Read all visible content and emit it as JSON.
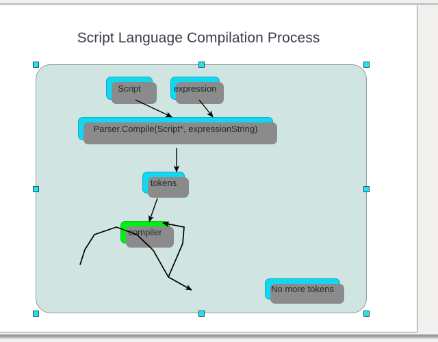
{
  "window": {
    "page_background": "#ffffff",
    "app_background": "#f1f0ee"
  },
  "document": {
    "title": "Script Language Compilation Process",
    "title_color": "#3b3b49"
  },
  "diagram": {
    "canvas": {
      "fill": "#d0e5e2",
      "stroke": "#8f9b99",
      "selected": true,
      "handle_color": "#1ee3f0",
      "handle_count": 8
    },
    "node_colors": {
      "default_fill": "#12d7f0",
      "default_stroke": "#17a8bd",
      "highlight_fill": "#00ef14",
      "highlight_stroke": "#12b41f",
      "shadow": "#8b8b8b",
      "text": "#1d2b33"
    },
    "nodes": [
      {
        "id": "script",
        "label": "Script",
        "color": "cyan"
      },
      {
        "id": "expression",
        "label": "expression",
        "color": "cyan"
      },
      {
        "id": "parser",
        "label": "Parser.Compile(Script*, expressionString)",
        "color": "cyan"
      },
      {
        "id": "tokens",
        "label": "tokens",
        "color": "cyan"
      },
      {
        "id": "compiler",
        "label": "compiler",
        "color": "green"
      },
      {
        "id": "nomoretokens",
        "label": "No more tokens",
        "color": "cyan"
      }
    ],
    "edges": [
      {
        "from": "script",
        "to": "parser",
        "kind": "arrow"
      },
      {
        "from": "expression",
        "to": "parser",
        "kind": "arrow"
      },
      {
        "from": "parser",
        "to": "tokens",
        "kind": "arrow"
      },
      {
        "from": "tokens",
        "to": "compiler",
        "kind": "arrow"
      },
      {
        "from": "compiler",
        "to": "compiler",
        "kind": "loop-arrow"
      },
      {
        "from": "compiler",
        "to": "nomoretokens",
        "kind": "arrow"
      }
    ],
    "edge_color": "#000000"
  }
}
